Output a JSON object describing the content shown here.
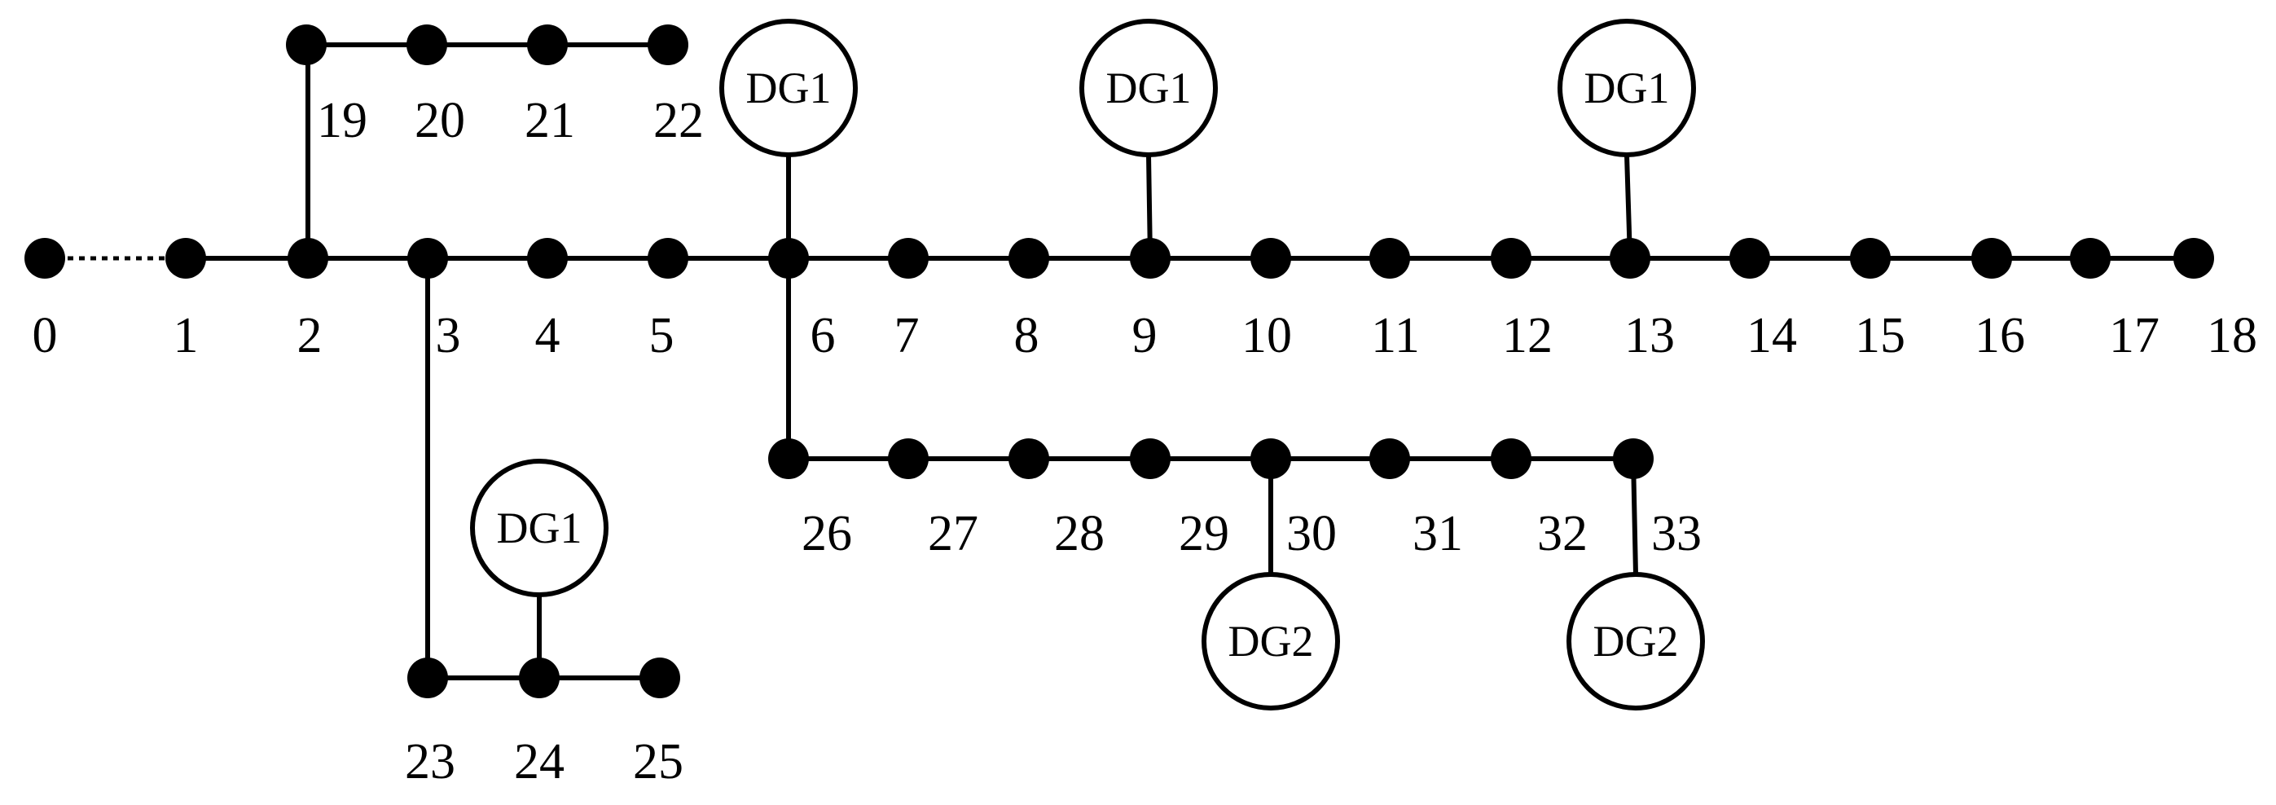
{
  "colors": {
    "line": "#000000",
    "background": "#ffffff"
  },
  "nodes": [
    {
      "id": "n0",
      "label": "0"
    },
    {
      "id": "n1",
      "label": "1"
    },
    {
      "id": "n2",
      "label": "2"
    },
    {
      "id": "n3",
      "label": "3"
    },
    {
      "id": "n4",
      "label": "4"
    },
    {
      "id": "n5",
      "label": "5"
    },
    {
      "id": "n6",
      "label": "6"
    },
    {
      "id": "n7",
      "label": "7"
    },
    {
      "id": "n8",
      "label": "8"
    },
    {
      "id": "n9",
      "label": "9"
    },
    {
      "id": "n10",
      "label": "10"
    },
    {
      "id": "n11",
      "label": "11"
    },
    {
      "id": "n12",
      "label": "12"
    },
    {
      "id": "n13",
      "label": "13"
    },
    {
      "id": "n14",
      "label": "14"
    },
    {
      "id": "n15",
      "label": "15"
    },
    {
      "id": "n16",
      "label": "16"
    },
    {
      "id": "n17",
      "label": "17"
    },
    {
      "id": "n18",
      "label": "18"
    },
    {
      "id": "n19",
      "label": "19"
    },
    {
      "id": "n20",
      "label": "20"
    },
    {
      "id": "n21",
      "label": "21"
    },
    {
      "id": "n22",
      "label": "22"
    },
    {
      "id": "n23",
      "label": "23"
    },
    {
      "id": "n24",
      "label": "24"
    },
    {
      "id": "n25",
      "label": "25"
    },
    {
      "id": "n26",
      "label": "26"
    },
    {
      "id": "n27",
      "label": "27"
    },
    {
      "id": "n28",
      "label": "28"
    },
    {
      "id": "n29",
      "label": "29"
    },
    {
      "id": "n30",
      "label": "30"
    },
    {
      "id": "n31",
      "label": "31"
    },
    {
      "id": "n32",
      "label": "32"
    },
    {
      "id": "n33",
      "label": "33"
    }
  ],
  "edges": [
    {
      "from": "n0",
      "to": "n1",
      "style": "dashed"
    },
    {
      "from": "n1",
      "to": "n2"
    },
    {
      "from": "n2",
      "to": "n3"
    },
    {
      "from": "n3",
      "to": "n4"
    },
    {
      "from": "n4",
      "to": "n5"
    },
    {
      "from": "n5",
      "to": "n6"
    },
    {
      "from": "n6",
      "to": "n7"
    },
    {
      "from": "n7",
      "to": "n8"
    },
    {
      "from": "n8",
      "to": "n9"
    },
    {
      "from": "n9",
      "to": "n10"
    },
    {
      "from": "n10",
      "to": "n11"
    },
    {
      "from": "n11",
      "to": "n12"
    },
    {
      "from": "n12",
      "to": "n13"
    },
    {
      "from": "n13",
      "to": "n14"
    },
    {
      "from": "n14",
      "to": "n15"
    },
    {
      "from": "n15",
      "to": "n16"
    },
    {
      "from": "n16",
      "to": "n17"
    },
    {
      "from": "n17",
      "to": "n18"
    },
    {
      "from": "n2",
      "to": "n19"
    },
    {
      "from": "n19",
      "to": "n20"
    },
    {
      "from": "n20",
      "to": "n21"
    },
    {
      "from": "n21",
      "to": "n22"
    },
    {
      "from": "n3",
      "to": "n23"
    },
    {
      "from": "n23",
      "to": "n24"
    },
    {
      "from": "n24",
      "to": "n25"
    },
    {
      "from": "n6",
      "to": "n26"
    },
    {
      "from": "n26",
      "to": "n27"
    },
    {
      "from": "n27",
      "to": "n28"
    },
    {
      "from": "n28",
      "to": "n29"
    },
    {
      "from": "n29",
      "to": "n30"
    },
    {
      "from": "n30",
      "to": "n31"
    },
    {
      "from": "n31",
      "to": "n32"
    },
    {
      "from": "n32",
      "to": "n33"
    }
  ],
  "generators": [
    {
      "id": "dg-a",
      "label": "DG1",
      "attached_to": "n6"
    },
    {
      "id": "dg-b",
      "label": "DG1",
      "attached_to": "n9"
    },
    {
      "id": "dg-c",
      "label": "DG1",
      "attached_to": "n13"
    },
    {
      "id": "dg-d",
      "label": "DG1",
      "attached_to": "n24"
    },
    {
      "id": "dg-e",
      "label": "DG2",
      "attached_to": "n30"
    },
    {
      "id": "dg-f",
      "label": "DG2",
      "attached_to": "n33"
    }
  ]
}
